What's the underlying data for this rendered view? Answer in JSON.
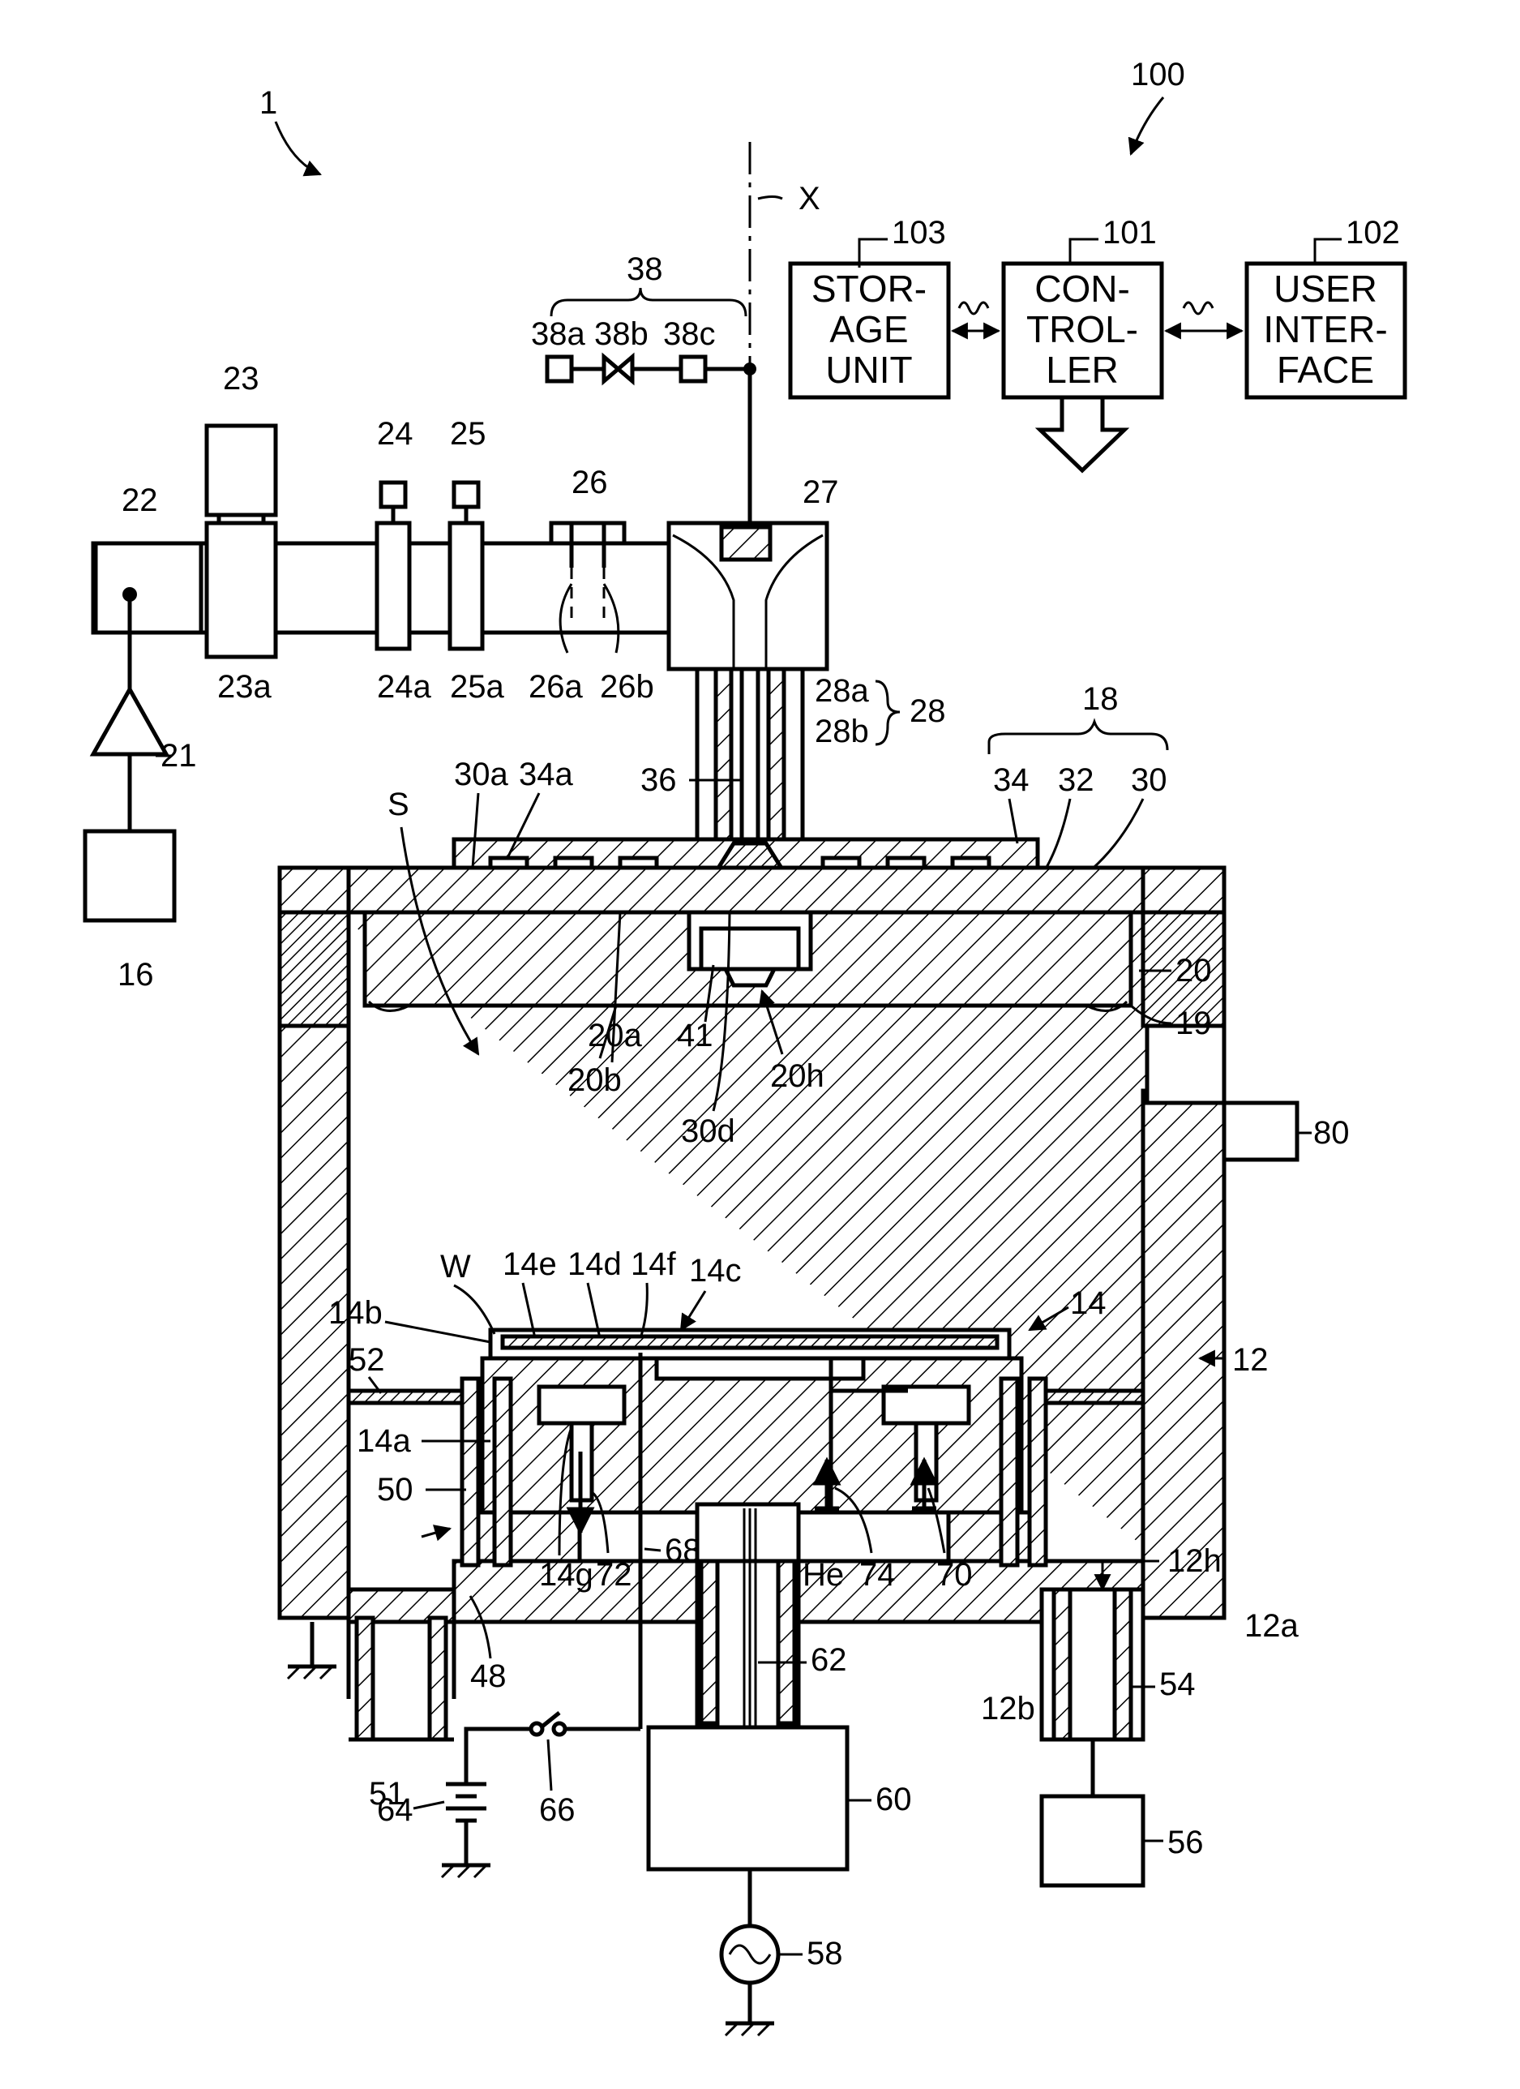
{
  "labels": {
    "fig_system": "1",
    "fig_control": "100",
    "axis": "X",
    "gas_system": "38",
    "valve_a": "38a",
    "valve_b": "38b",
    "valve_c": "38c",
    "generator": "23",
    "waveguide": "22",
    "tuner_23a": "23a",
    "part_24": "24",
    "part_24a": "24a",
    "part_25": "25",
    "part_25a": "25a",
    "part_26": "26",
    "part_26a": "26a",
    "part_26b": "26b",
    "converter": "27",
    "coax_28": "28",
    "coax_28a": "28a",
    "coax_28b": "28b",
    "pipe_36": "36",
    "amplifier": "21",
    "source": "16",
    "antenna": "18",
    "part_30": "30",
    "part_30a": "30a",
    "part_32": "32",
    "part_34": "34",
    "part_34a": "34a",
    "space": "S",
    "dielectric": "20",
    "part_20a": "20a",
    "part_20b": "20b",
    "part_20h": "20h",
    "part_41": "41",
    "part_30d": "30d",
    "seal": "19",
    "part_80": "80",
    "wafer": "W",
    "part_14e": "14e",
    "part_14d": "14d",
    "part_14f": "14f",
    "part_14c": "14c",
    "stage": "14",
    "part_14b": "14b",
    "baffle": "52",
    "part_14a": "14a",
    "part_50": "50",
    "part_14g": "14g",
    "part_72": "72",
    "part_68": "68",
    "helium": "He",
    "part_74": "74",
    "part_70": "70",
    "chamber": "12",
    "part_12h": "12h",
    "part_12a": "12a",
    "part_12b": "12b",
    "part_48": "48",
    "part_51": "51",
    "part_54": "54",
    "part_62": "62",
    "matcher": "60",
    "dc_source": "64",
    "switch": "66",
    "rf_source": "58",
    "exhaust": "56"
  },
  "blocks": {
    "storage_id": "103",
    "storage": [
      "STOR-",
      "AGE",
      "UNIT"
    ],
    "controller_id": "101",
    "controller": [
      "CON-",
      "TROL-",
      "LER"
    ],
    "ui_id": "102",
    "ui": [
      "USER",
      "INTER-",
      "FACE"
    ]
  }
}
